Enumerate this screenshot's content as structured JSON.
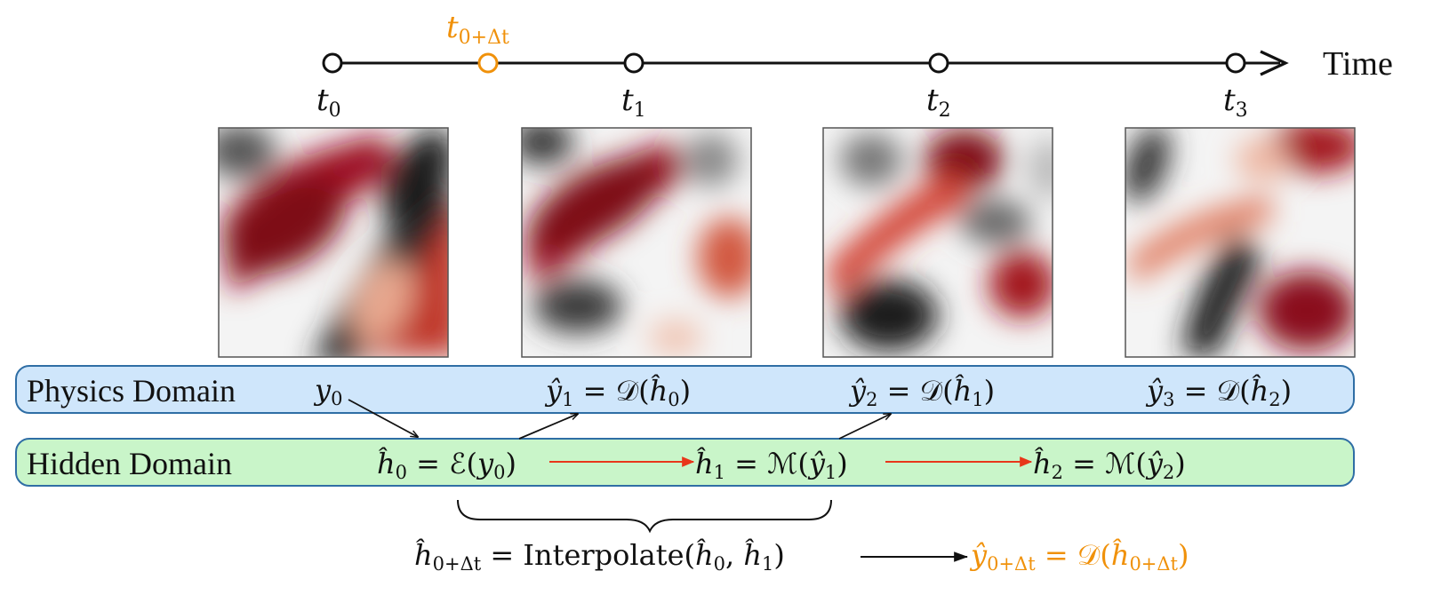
{
  "timeline": {
    "axis_label": "Time",
    "ticks": [
      {
        "label": "t",
        "sub": "0",
        "highlight": false
      },
      {
        "label": "t",
        "sub": "0+Δt",
        "highlight": true
      },
      {
        "label": "t",
        "sub": "1",
        "highlight": false
      },
      {
        "label": "t",
        "sub": "2",
        "highlight": false
      },
      {
        "label": "t",
        "sub": "3",
        "highlight": false
      }
    ]
  },
  "colors": {
    "accent_orange": "#f0910a",
    "physics_fill": "#cfe6fb",
    "physics_stroke": "#2f6ea5",
    "hidden_fill": "#c9f5c9",
    "hidden_stroke": "#2f6ea5",
    "red_arrow": "#e8361a",
    "field_red": "#8e0c1c",
    "field_dark": "#1e1e1e"
  },
  "field_panels": [
    {
      "icon": "heatmap-field-t0"
    },
    {
      "icon": "heatmap-field-t1"
    },
    {
      "icon": "heatmap-field-t2"
    },
    {
      "icon": "heatmap-field-t3"
    }
  ],
  "physics_domain": {
    "label": "Physics Domain",
    "y0": {
      "var": "y",
      "sub": "0"
    },
    "y1": {
      "lhs": "ŷ",
      "lhs_sub": "1",
      "op": "𝒟",
      "arg": "ĥ",
      "arg_sub": "0"
    },
    "y2": {
      "lhs": "ŷ",
      "lhs_sub": "2",
      "op": "𝒟",
      "arg": "ĥ",
      "arg_sub": "1"
    },
    "y3": {
      "lhs": "ŷ",
      "lhs_sub": "3",
      "op": "𝒟",
      "arg": "ĥ",
      "arg_sub": "2"
    }
  },
  "hidden_domain": {
    "label": "Hidden Domain",
    "h0": {
      "lhs": "ĥ",
      "lhs_sub": "0",
      "op": "ℰ",
      "arg": "y",
      "arg_sub": "0"
    },
    "h1": {
      "lhs": "ĥ",
      "lhs_sub": "1",
      "op": "ℳ",
      "arg": "ŷ",
      "arg_sub": "1"
    },
    "h2": {
      "lhs": "ĥ",
      "lhs_sub": "2",
      "op": "ℳ",
      "arg": "ŷ",
      "arg_sub": "2"
    }
  },
  "interpolation": {
    "lhs": "ĥ",
    "lhs_sub": "0+Δt",
    "func": "Interpolate",
    "arg1": "ĥ",
    "arg1_sub": "0",
    "arg2": "ĥ",
    "arg2_sub": "1",
    "result_lhs": "ŷ",
    "result_sub": "0+Δt",
    "result_op": "𝒟",
    "result_arg": "ĥ",
    "result_arg_sub": "0+Δt"
  }
}
